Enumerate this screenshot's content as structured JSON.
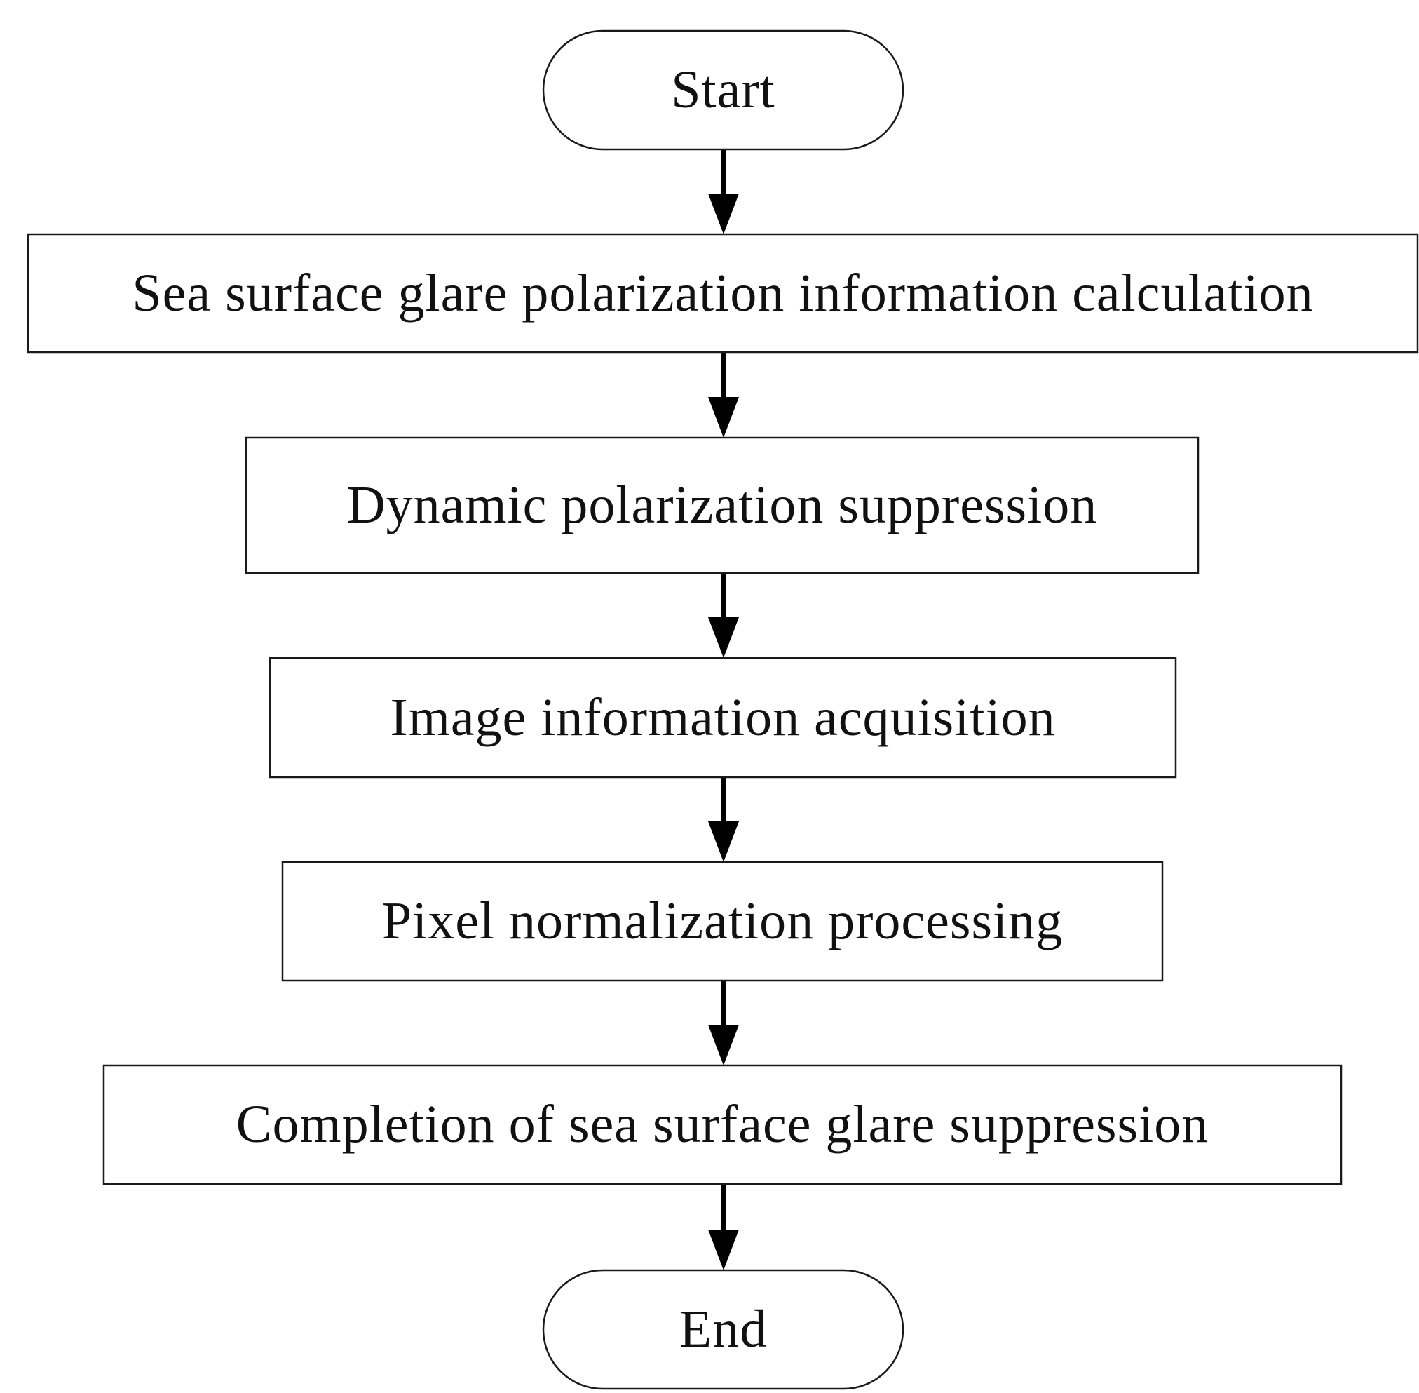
{
  "flowchart": {
    "nodes": [
      {
        "id": "start",
        "shape": "terminal",
        "label": "Start"
      },
      {
        "id": "step1",
        "shape": "process",
        "label": "Sea surface glare polarization information calculation"
      },
      {
        "id": "step2",
        "shape": "process",
        "label": "Dynamic polarization suppression"
      },
      {
        "id": "step3",
        "shape": "process",
        "label": "Image information acquisition"
      },
      {
        "id": "step4",
        "shape": "process",
        "label": "Pixel normalization processing"
      },
      {
        "id": "step5",
        "shape": "process",
        "label": "Completion of sea surface glare suppression"
      },
      {
        "id": "end",
        "shape": "terminal",
        "label": "End"
      }
    ],
    "edges": [
      {
        "from": "start",
        "to": "step1"
      },
      {
        "from": "step1",
        "to": "step2"
      },
      {
        "from": "step2",
        "to": "step3"
      },
      {
        "from": "step3",
        "to": "step4"
      },
      {
        "from": "step4",
        "to": "step5"
      },
      {
        "from": "step5",
        "to": "end"
      }
    ],
    "colors": {
      "stroke": "#1a1a1a",
      "arrow": "#000000",
      "text": "#111111",
      "fill": "#ffffff"
    }
  }
}
